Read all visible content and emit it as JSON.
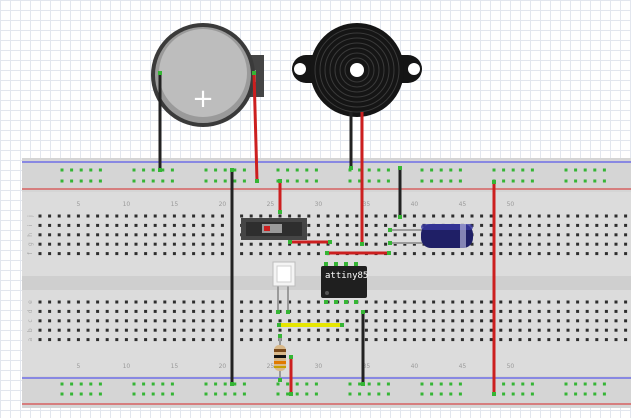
{
  "breadboard": {
    "column_labels": [
      "5",
      "10",
      "15",
      "20",
      "25",
      "30",
      "35",
      "40",
      "45",
      "50"
    ],
    "row_labels_top": [
      "j",
      "i",
      "h",
      "g",
      "f"
    ],
    "row_labels_bottom": [
      "e",
      "d",
      "c",
      "b",
      "a"
    ],
    "rail_colors": {
      "positive": "#d62828",
      "negative": "#3a3af0"
    }
  },
  "components": {
    "battery": {
      "symbol": "+"
    },
    "chip": {
      "label": "attiny85"
    }
  },
  "icons": {
    "battery": "coin-cell-battery-icon",
    "buzzer": "piezo-buzzer-icon",
    "capacitor": "electrolytic-capacitor-icon",
    "led": "led-icon",
    "switch": "slide-switch-icon",
    "resistor": "resistor-icon"
  },
  "colors": {
    "wire_red": "#cc1f1f",
    "wire_black": "#222222",
    "wire_yellow": "#e6e600",
    "hole_green": "#35b535",
    "hole_dark": "#2d2d2d",
    "board": "#d9d9d9"
  }
}
